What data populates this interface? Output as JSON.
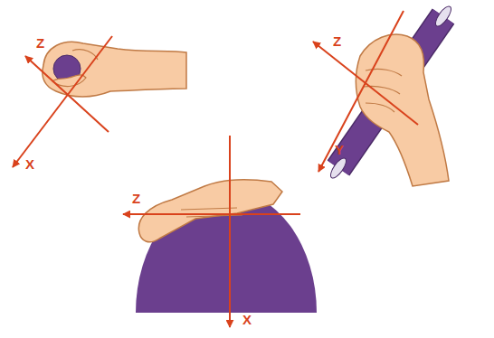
{
  "diagram": {
    "labels": [
      "Z",
      "X",
      "Z",
      "Y",
      "Z",
      "X"
    ]
  }
}
